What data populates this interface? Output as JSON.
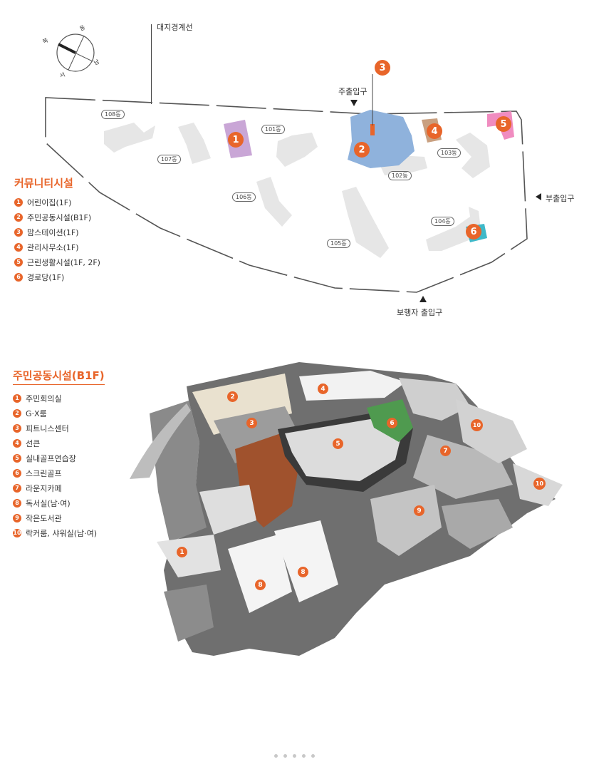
{
  "site_map": {
    "boundary_label": "대지경계선",
    "main_entrance": "주출입구",
    "side_entrance": "부출입구",
    "pedestrian_entrance": "보행자 출입구",
    "compass": [
      "북",
      "동",
      "남",
      "서"
    ],
    "buildings": [
      "108동",
      "101동",
      "107동",
      "106동",
      "102동",
      "103동",
      "105동",
      "104동"
    ],
    "markers": [
      "1",
      "2",
      "3",
      "4",
      "5",
      "6"
    ]
  },
  "community_legend": {
    "title": "커뮤니티시설",
    "items": [
      {
        "num": "1",
        "label": "어린이집(1F)"
      },
      {
        "num": "2",
        "label": "주민공동시설(B1F)"
      },
      {
        "num": "3",
        "label": "맘스테이션(1F)"
      },
      {
        "num": "4",
        "label": "관리사무소(1F)"
      },
      {
        "num": "5",
        "label": "근린생활시설(1F, 2F)"
      },
      {
        "num": "6",
        "label": "경로당(1F)"
      }
    ]
  },
  "b1f_legend": {
    "title": "주민공동시설(B1F)",
    "items": [
      {
        "num": "1",
        "label": "주민회의실"
      },
      {
        "num": "2",
        "label": "G·X룸"
      },
      {
        "num": "3",
        "label": "피트니스센터"
      },
      {
        "num": "4",
        "label": "선큰"
      },
      {
        "num": "5",
        "label": "실내골프연습장"
      },
      {
        "num": "6",
        "label": "스크린골프"
      },
      {
        "num": "7",
        "label": "라운지카페"
      },
      {
        "num": "8",
        "label": "독서실(남·여)"
      },
      {
        "num": "9",
        "label": "작은도서관"
      },
      {
        "num": "10",
        "label": "락커룸, 샤워실(남·여)"
      }
    ]
  },
  "floor_markers": [
    "1",
    "2",
    "3",
    "4",
    "5",
    "6",
    "7",
    "8",
    "8",
    "9",
    "10",
    "10"
  ],
  "pager": {
    "count": 5
  },
  "colors": {
    "accent": "#e8652a",
    "building": "#e6e6e6",
    "daycare": "#c9a6d6",
    "community": "#8fb2dc",
    "office": "#c9a080",
    "retail": "#f08cc0",
    "senior": "#3fb9c9"
  }
}
